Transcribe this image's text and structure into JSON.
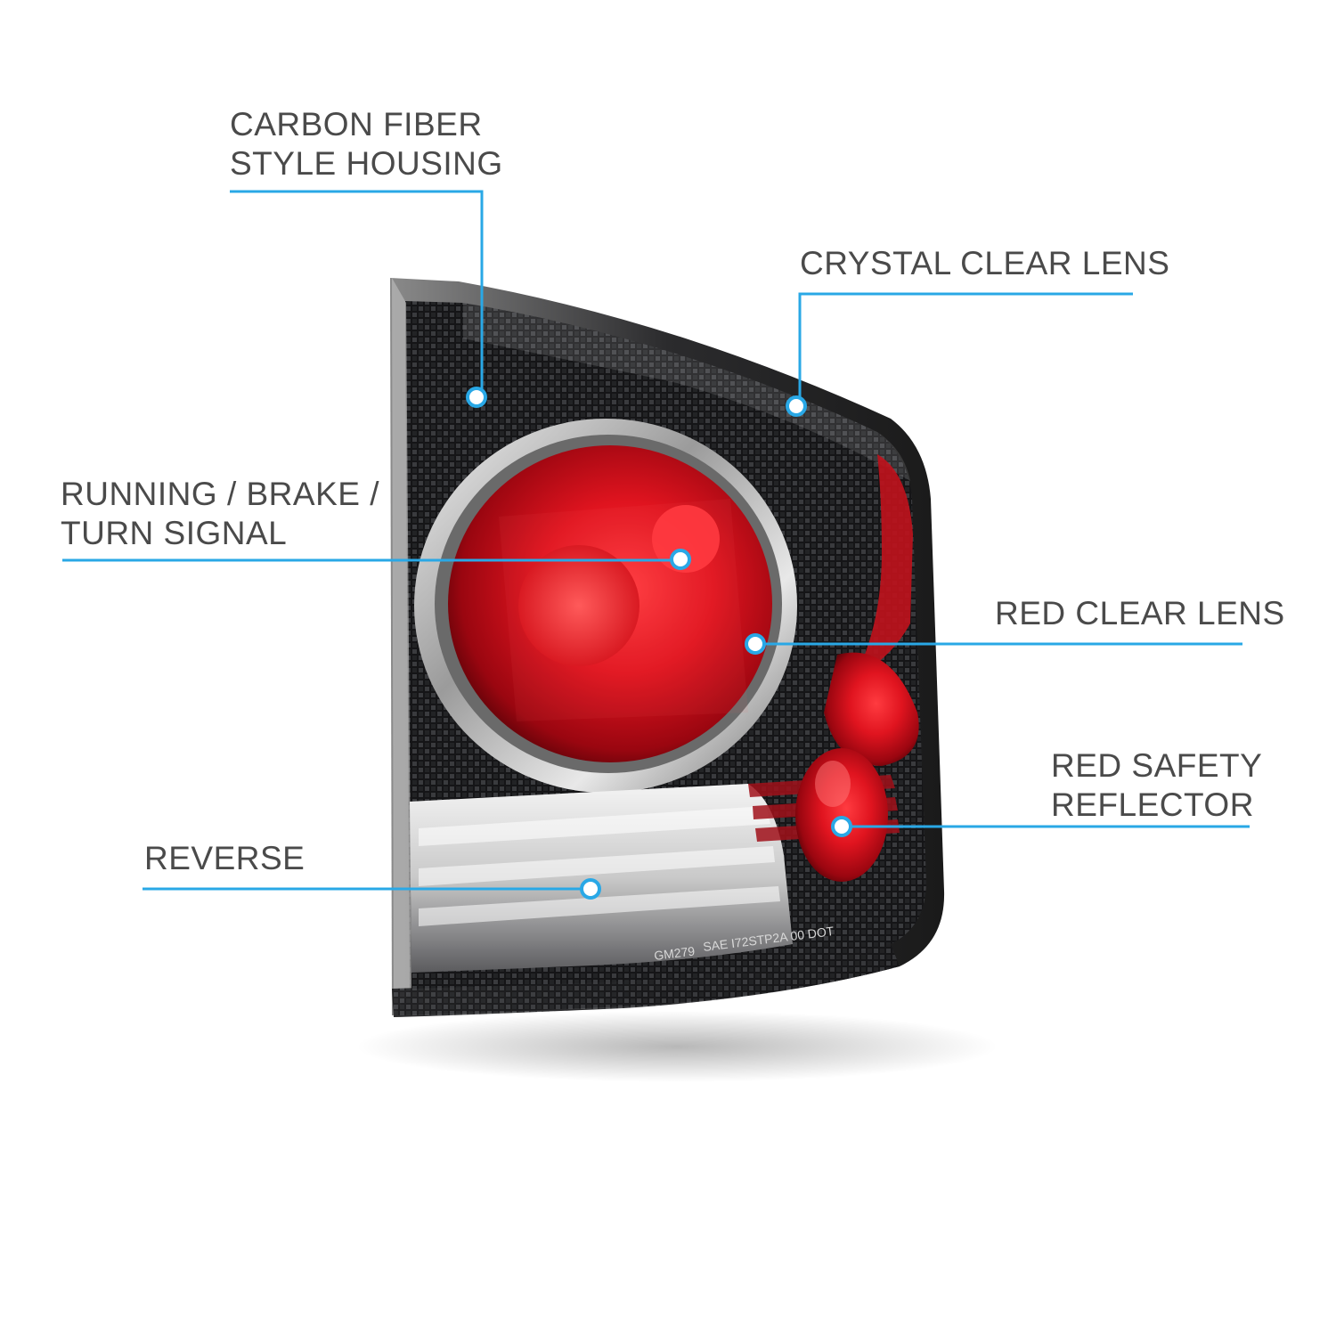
{
  "colors": {
    "callout_blue": "#29a8e6",
    "label_text": "#4a4a4a",
    "lens_red": "#d0101c",
    "housing_dark": "#1c1c1e",
    "background": "#ffffff"
  },
  "callouts": {
    "carbon_fiber": {
      "line1": "CARBON FIBER",
      "line2": "STYLE HOUSING"
    },
    "crystal_clear": {
      "line1": "CRYSTAL CLEAR LENS"
    },
    "running_brake": {
      "line1": "RUNNING / BRAKE /",
      "line2": "TURN SIGNAL"
    },
    "red_clear": {
      "line1": "RED CLEAR LENS"
    },
    "red_safety": {
      "line1": "RED SAFETY",
      "line2": "REFLECTOR"
    },
    "reverse": {
      "line1": "REVERSE"
    }
  },
  "product": {
    "lens_marking": "SAE  I72STP2A  00  DOT",
    "model_marking": "GM279"
  }
}
